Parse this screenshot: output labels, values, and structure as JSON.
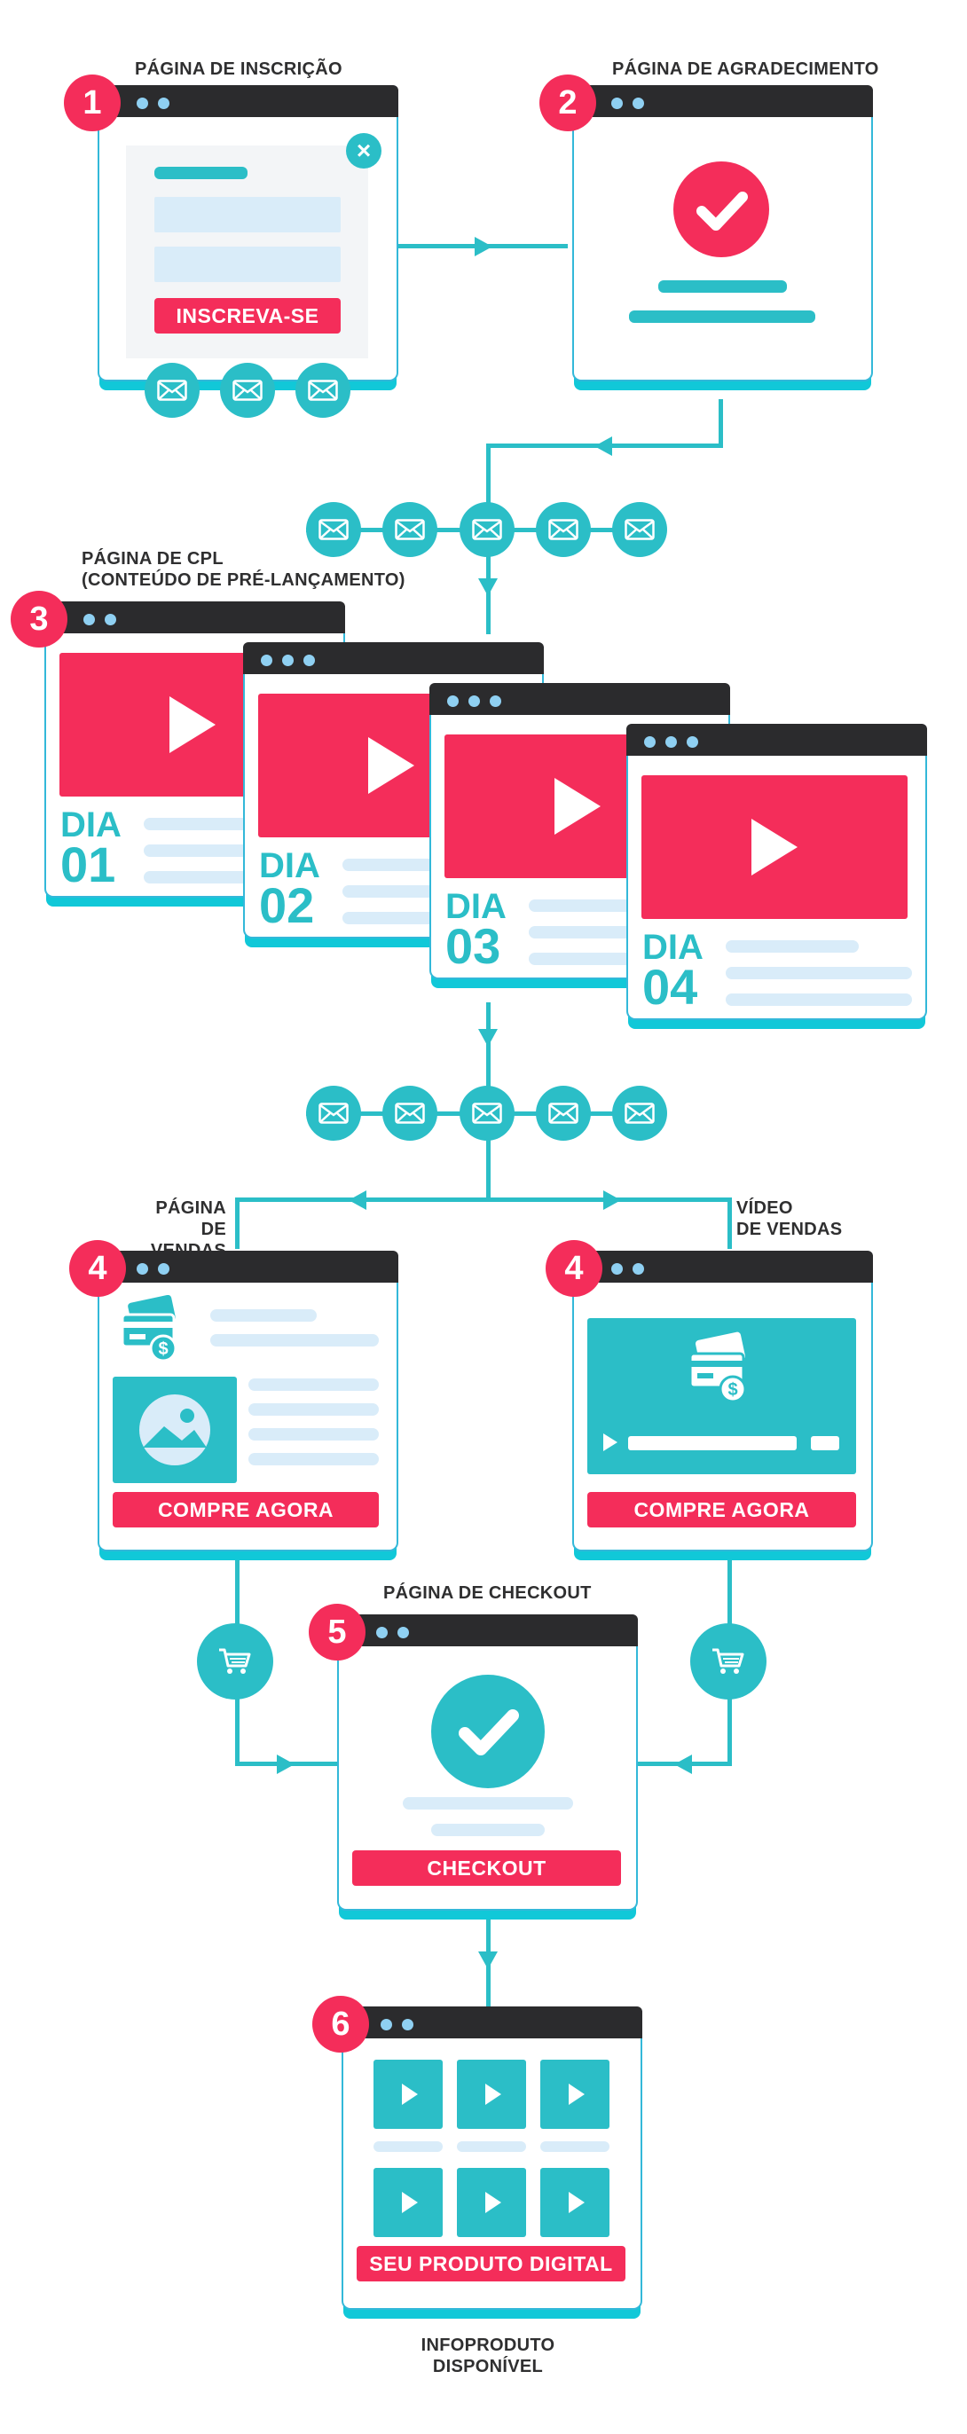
{
  "steps": [
    {
      "number": "1",
      "label": "PÁGINA DE INSCRIÇÃO",
      "button": "INSCREVA-SE"
    },
    {
      "number": "2",
      "label": "PÁGINA DE AGRADECIMENTO"
    },
    {
      "number": "3",
      "label_line1": "PÁGINA DE CPL",
      "label_line2": "(CONTEÚDO DE PRÉ-LANÇAMENTO)",
      "days": [
        {
          "word": "DIA",
          "num": "01"
        },
        {
          "word": "DIA",
          "num": "02"
        },
        {
          "word": "DIA",
          "num": "03"
        },
        {
          "word": "DIA",
          "num": "04"
        }
      ]
    },
    {
      "number": "4",
      "label_line1": "PÁGINA",
      "label_line2": "DE VENDAS",
      "button": "COMPRE AGORA"
    },
    {
      "number": "4",
      "label_line1": "VÍDEO",
      "label_line2": "DE VENDAS",
      "button": "COMPRE AGORA"
    },
    {
      "number": "5",
      "label": "PÁGINA DE CHECKOUT",
      "button": "CHECKOUT"
    },
    {
      "number": "6",
      "button": "SEU PRODUTO DIGITAL",
      "label_line1": "INFOPRODUTO",
      "label_line2": "DISPONÍVEL"
    }
  ],
  "icons": {
    "email": "envelope-icon",
    "cart": "shopping-cart-icon",
    "check": "checkmark-icon",
    "play": "play-icon",
    "close": "close-icon",
    "payment": "credit-card-dollar-icon",
    "image": "image-placeholder-icon"
  },
  "colors": {
    "accent_teal": "#2bbec7",
    "accent_red": "#f42d5a",
    "window_bar": "#2b2b2d",
    "light_blue": "#d9ecf9",
    "dot_blue": "#8fd0f2"
  }
}
